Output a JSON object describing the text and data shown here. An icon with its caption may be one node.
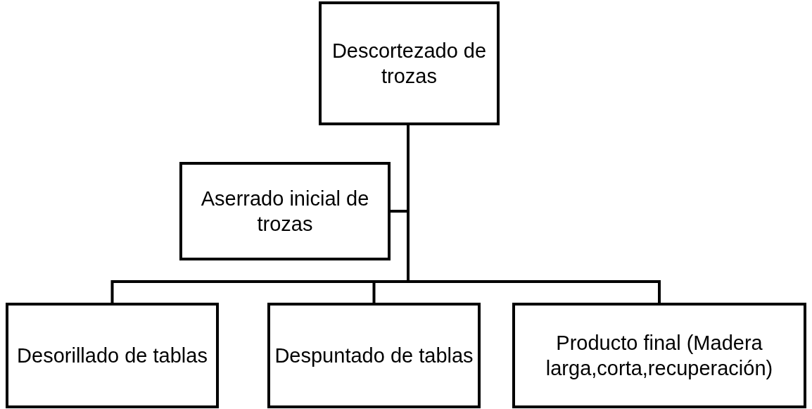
{
  "diagram": {
    "nodes": [
      {
        "text": [
          "Descortezado de trozas"
        ]
      },
      {
        "text": [
          "Aserrado inicial de trozas"
        ]
      },
      {
        "text": [
          "Desorillado de tablas"
        ]
      },
      {
        "text": [
          "Despuntado de tablas"
        ]
      },
      {
        "text": [
          "Producto final (Madera larga,corta,recuperación)"
        ]
      }
    ],
    "edges": [
      {
        "from": 0,
        "to": 1,
        "arrow": "none"
      },
      {
        "from": 0,
        "to": 2,
        "arrow": "none"
      },
      {
        "from": 0,
        "to": 3,
        "arrow": "none"
      },
      {
        "from": 0,
        "to": 4,
        "arrow": "none"
      }
    ]
  }
}
